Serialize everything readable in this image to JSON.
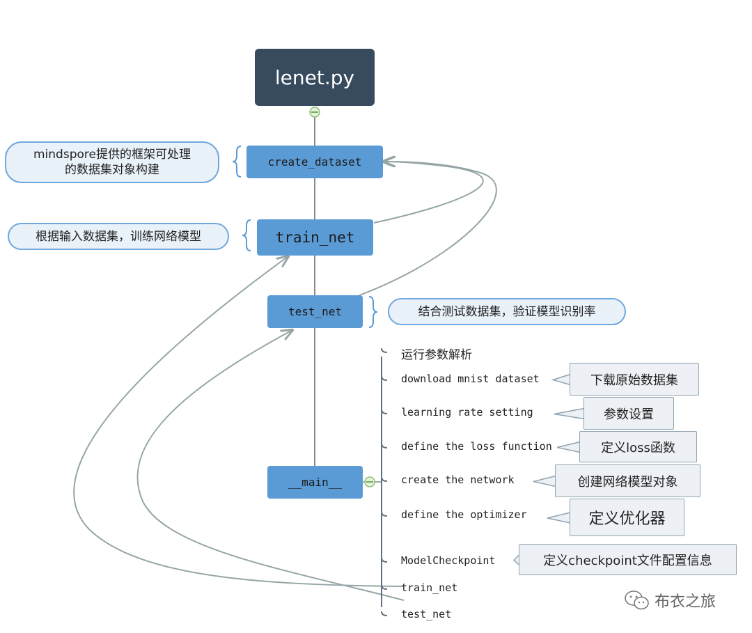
{
  "root": {
    "label": "lenet.py"
  },
  "functions": {
    "create_dataset": "create_dataset",
    "train_net": "train_net",
    "test_net": "test_net",
    "main": "__main__"
  },
  "callouts": {
    "create_dataset": [
      "mindspore提供的框架可处理",
      "的数据集对象构建"
    ],
    "train_net": "根据输入数据集，训练网络模型",
    "test_net": "结合测试数据集，验证模型识别率"
  },
  "main_steps": [
    {
      "label": "运行参数解析",
      "note": ""
    },
    {
      "label": "download mnist dataset",
      "note": "下载原始数据集"
    },
    {
      "label": "learning rate setting",
      "note": "参数设置"
    },
    {
      "label": "define the loss function",
      "note": "定义loss函数"
    },
    {
      "label": "create the network",
      "note": "创建网络模型对象"
    },
    {
      "label": "define the optimizer",
      "note": "定义优化器"
    },
    {
      "label": "ModelCheckpoint",
      "note": "定义checkpoint文件配置信息"
    },
    {
      "label": "train_net",
      "note": ""
    },
    {
      "label": "test_net",
      "note": ""
    }
  ],
  "watermark": "布衣之旅",
  "colors": {
    "root": "#374a5e",
    "node": "#5b9bd5",
    "callout_border": "#6fa8dc",
    "connector": "#95a5a6"
  }
}
